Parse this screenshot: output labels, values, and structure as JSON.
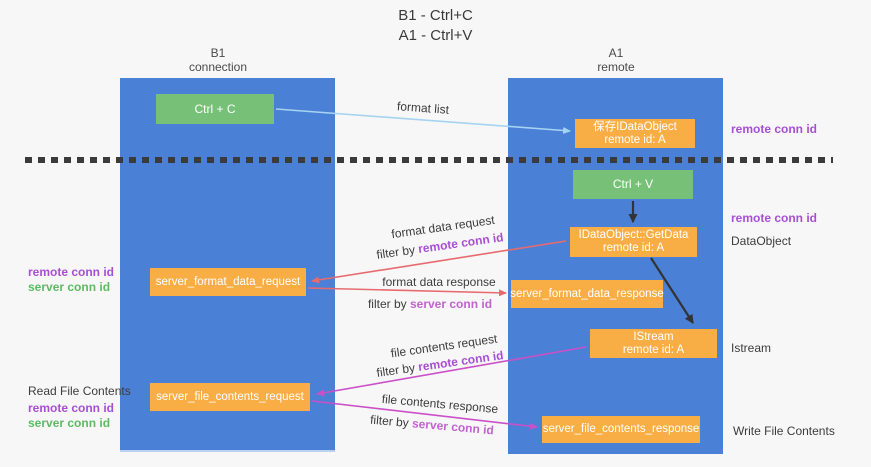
{
  "title": {
    "line1": "B1 - Ctrl+C",
    "line2": "A1 - Ctrl+V"
  },
  "lifelines": {
    "left": {
      "name": "B1",
      "role": "connection"
    },
    "right": {
      "name": "A1",
      "role": "remote"
    }
  },
  "nodes": {
    "ctrl_c": {
      "label": "Ctrl + C"
    },
    "ctrl_v": {
      "label": "Ctrl + V"
    },
    "keep_idataobject": {
      "line1": "保存IDataObject",
      "line2": "remote id: A"
    },
    "getdata": {
      "line1": "IDataObject::GetData",
      "line2": "remote id: A"
    },
    "istream": {
      "line1": "IStream",
      "line2": "remote id: A"
    },
    "format_request": {
      "label": "server_format_data_request"
    },
    "format_response": {
      "label": "server_format_data_response"
    },
    "file_request": {
      "label": "server_file_contents_request"
    },
    "file_response": {
      "label": "server_file_contents_response"
    }
  },
  "messages": {
    "format_list": "format list",
    "format_data_request": "format data request",
    "format_data_response": "format data response",
    "file_contents_request": "file contents request",
    "file_contents_response": "file contents response",
    "filter_by": "filter by ",
    "remote_conn_id": "remote conn id",
    "server_conn_id": "server conn id"
  },
  "annotations": {
    "right_remote_conn_id_1": "remote conn id",
    "right_remote_conn_id_2": "remote conn id",
    "dataobject": "DataObject",
    "istream": "Istream",
    "write_file_contents": "Write File Contents",
    "left_remote_conn_id_1": "remote conn id",
    "left_server_conn_id_1": "server conn id",
    "read_file_contents": "Read File Contents",
    "left_remote_conn_id_2": "remote conn id",
    "left_server_conn_id_2": "server conn id"
  },
  "colors": {
    "lifeline_blue": "#4a80d6",
    "box_orange": "#f9ae45",
    "box_green": "#76c077",
    "arrow_red": "#e76b6e",
    "arrow_magenta": "#cb50c8",
    "arrow_lightblue": "#a6d3f2",
    "arrow_black": "#333333",
    "remote_conn_id_purple": "#a84fd4",
    "server_conn_id_inline_purple": "#c263d0",
    "server_conn_id_green": "#5cbb63"
  }
}
